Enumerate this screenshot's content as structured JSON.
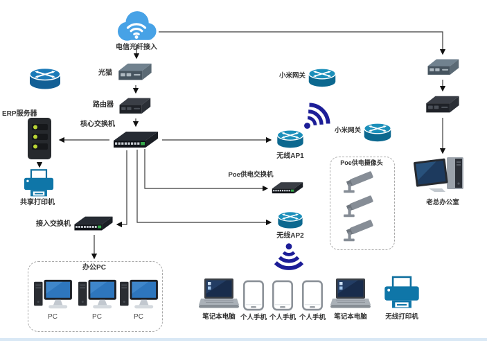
{
  "diagram": {
    "internet": {
      "label": "电信光纤接入"
    },
    "optical_modem": {
      "label": "光猫"
    },
    "router": {
      "label": "路由器"
    },
    "core_switch": {
      "label": "核心交换机"
    },
    "erp_server": {
      "label": "ERP服务器"
    },
    "shared_printer": {
      "label": "共享打印机"
    },
    "access_switch": {
      "label": "接入交换机"
    },
    "office_pc_group": {
      "label": "办公PC",
      "pcs": [
        "PC",
        "PC",
        "PC"
      ]
    },
    "wireless_ap1": {
      "label": "无线AP1"
    },
    "poe_switch": {
      "label": "Poe供电交换机"
    },
    "wireless_ap2": {
      "label": "无线AP2"
    },
    "xiaomi_gateway_1": {
      "label": "小米网关"
    },
    "xiaomi_gateway_2": {
      "label": "小米网关"
    },
    "poe_camera_group": {
      "label": "Poe供电摄像头"
    },
    "boss_office": {
      "label": "老总办公室"
    },
    "laptop_left": {
      "label": "笔记本电脑"
    },
    "phone_1": {
      "label": "个人手机"
    },
    "phone_2": {
      "label": "个人手机"
    },
    "phone_3": {
      "label": "个人手机"
    },
    "laptop_right": {
      "label": "笔记本电脑"
    },
    "wireless_printer": {
      "label": "无线打印机"
    }
  },
  "colors": {
    "cloud": "#47a2e6",
    "wifi_signal": "#1c1d97",
    "device_teal": "#0f76a8",
    "screen_blue": "#2e76bd"
  }
}
